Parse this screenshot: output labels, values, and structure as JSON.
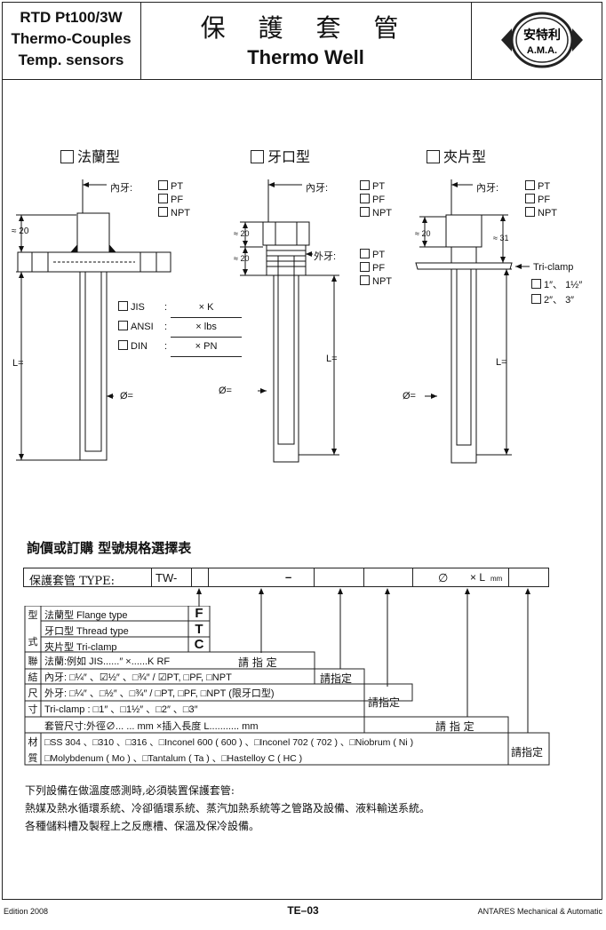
{
  "header": {
    "left_lines": [
      "RTD Pt100/3W",
      "Thermo-Couples",
      "Temp. sensors"
    ],
    "title_zh": "保 護 套 管",
    "title_en": "Thermo Well",
    "logo_top": "安特利",
    "logo_bottom": "A.M.A."
  },
  "types": {
    "flange": "法蘭型",
    "thread": "牙口型",
    "clamp": "夾片型"
  },
  "labels": {
    "inner_thread": "內牙:",
    "outer_thread": "外牙:",
    "pt": "PT",
    "pf": "PF",
    "npt": "NPT",
    "approx20": "≈ 20",
    "approx31": "≈ 31",
    "length": "L=",
    "diameter": "Ø=",
    "tri_clamp": "Tri-clamp",
    "clamp_sizes1": "1″、 1½″",
    "clamp_sizes2": "2″、 3″",
    "jis": "JIS",
    "ansi": "ANSI",
    "din": "DIN",
    "jis_val": "×        K",
    "ansi_val": "×        lbs",
    "din_val": "× PN"
  },
  "order": {
    "title": "詢價或訂購  型號規格選擇表",
    "type_label": "保護套管 TYPE:",
    "type_prefix": "TW-",
    "dash": "–",
    "dia": "∅",
    "xl": "× L",
    "mm": "mm",
    "type_side": [
      "型",
      "式"
    ],
    "type_rows": [
      {
        "label": "法蘭型 Flange type",
        "code": "F"
      },
      {
        "label": "牙口型 Thread type",
        "code": "T"
      },
      {
        "label": "夾片型 Tri-clamp",
        "code": "C"
      }
    ],
    "conn_side": [
      "聯",
      "結",
      "尺",
      "寸"
    ],
    "conn_rows": [
      "法蘭:例如 JIS......″ ×......K RF",
      "內牙: □¼″ 、☑½″ 、□¾″ / ☑PT, □PF, □NPT",
      "外牙: □¼″ 、□½″ 、□¾″ / □PT, □PF, □NPT (限牙口型)",
      "Tri-clamp : □1″ 、□1½″ 、□2″ 、□3″"
    ],
    "specify": "請 指 定",
    "specify_tight": "請指定",
    "size_row": "套管尺寸:外徑∅... ... mm ×插入長度 L........... mm",
    "mat_side": [
      "材",
      "質"
    ],
    "mat_line1": "□SS 304 、□310 、□316 、□Inconel 600 ( 600 ) 、□Inconel 702 ( 702 ) 、□Niobrum ( Ni )",
    "mat_line2": "□Molybdenum ( Mo ) 、□Tantalum ( Ta ) 、□Hastelloy C ( HC )"
  },
  "notes": [
    "下列設備在做溫度感測時,必須裝置保護套管:",
    "熱媒及熱水循環系統、冷卻循環系統、蒸汽加熱系統等之管路及設備、液料輸送系統。",
    "各種儲料槽及製程上之反應槽、保溫及保冷設備。"
  ],
  "footer": {
    "left": "Edition 2008",
    "center": "TE–03",
    "right": "ANTARES Mechanical & Automatic"
  }
}
